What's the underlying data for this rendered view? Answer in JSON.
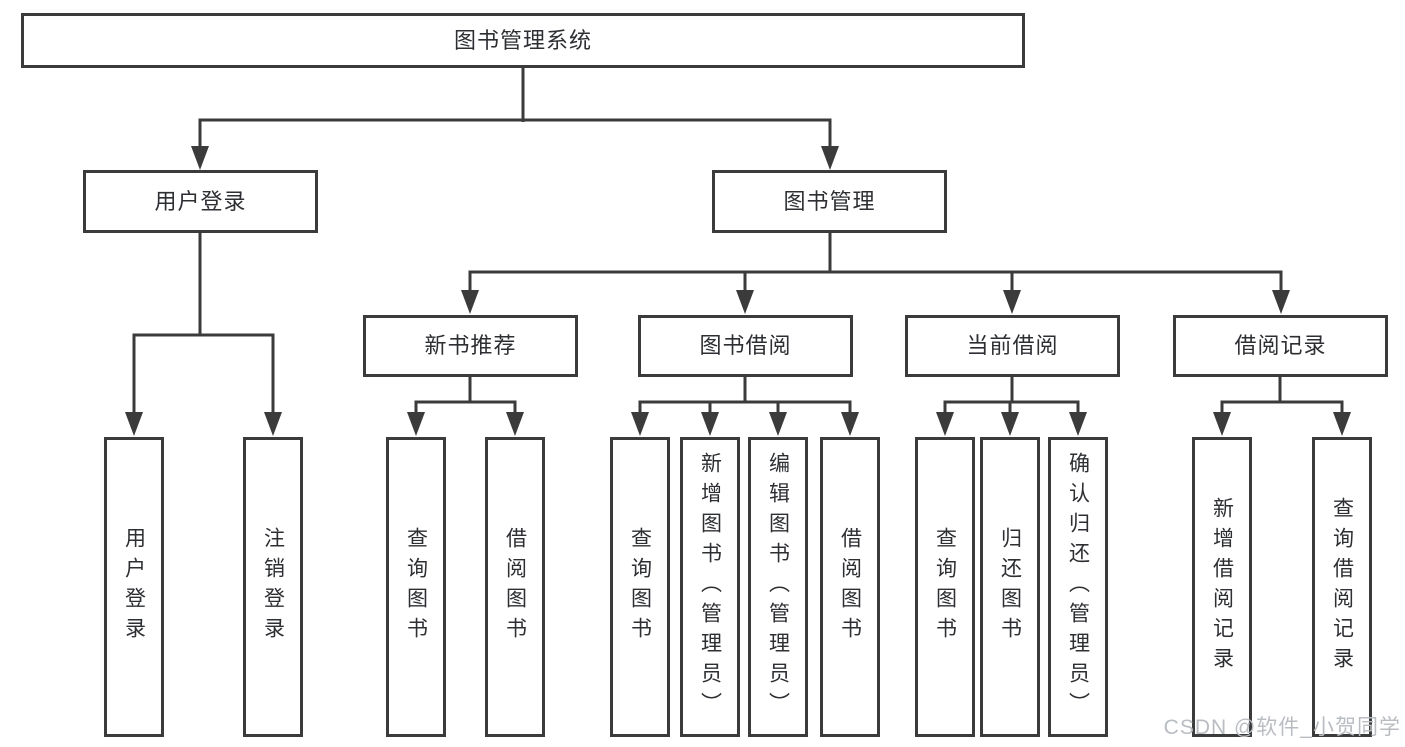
{
  "diagram": {
    "title": "图书管理系统",
    "level2": {
      "user_login": "用户登录",
      "book_management": "图书管理"
    },
    "level3": {
      "new_book_recommend": "新书推荐",
      "book_borrowing": "图书借阅",
      "current_borrowing": "当前借阅",
      "borrowing_records": "借阅记录"
    },
    "leaves": {
      "user_login": "用户登录",
      "logout": "注销登录",
      "nbr_query_books": "查询图书",
      "nbr_borrow_books": "借阅图书",
      "bb_query_books": "查询图书",
      "bb_add_books": "新增图书（管理员）",
      "bb_edit_books": "编辑图书（管理员）",
      "bb_borrow_books": "借阅图书",
      "cb_query_books": "查询图书",
      "cb_return_books": "归还图书",
      "cb_confirm_return": "确认归还（管理员）",
      "br_add_record": "新增借阅记录",
      "br_query_record": "查询借阅记录"
    },
    "watermark": "CSDN @软件_小贺同学",
    "colors": {
      "line": "#3b3b3b",
      "text": "#2d2f33",
      "background": "#ffffff",
      "watermark": "#b9bdc2"
    }
  }
}
